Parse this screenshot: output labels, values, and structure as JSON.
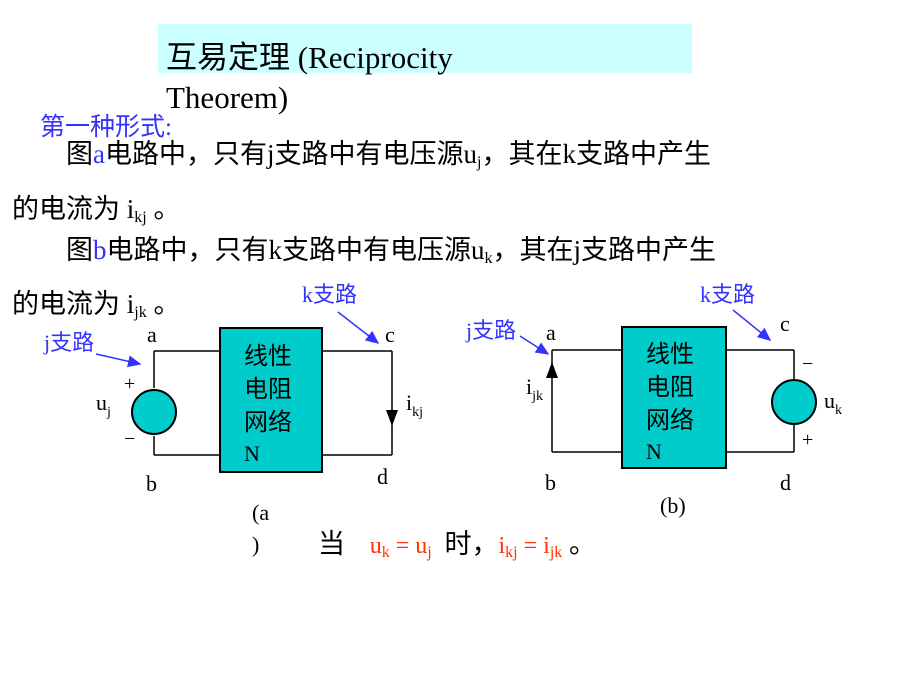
{
  "title": "互易定理 (Reciprocity Theorem)",
  "subtitle": "第一种形式:",
  "para1": {
    "line1_prefix": "图",
    "line1_fig": "a",
    "line1_main": "电路中，只有j支路中有电压源u",
    "line1_sub": "j",
    "line1_suffix": "，其在k支路中产生",
    "line2_main": "的电流为 i",
    "line2_sub": "kj",
    "line2_suffix": " 。"
  },
  "para2": {
    "line1_prefix": "图",
    "line1_fig": "b",
    "line1_main": "电路中，只有k支路中有电压源u",
    "line1_sub": "k",
    "line1_suffix": "，其在j支路中产生",
    "line2_main": "的电流为 i",
    "line2_sub": "jk",
    "line2_suffix": " 。"
  },
  "circuit_a": {
    "network_lines": [
      "线性",
      "电阻",
      "网络",
      "N"
    ],
    "k_branch": "k支路",
    "j_branch": "j支路",
    "node_a": "a",
    "node_b": "b",
    "node_c": "c",
    "node_d": "d",
    "source": "u",
    "source_sub": "j",
    "plus": "+",
    "minus": "−",
    "current": "i",
    "current_sub": "kj",
    "caption_line1": "(a",
    "caption_line2": ")"
  },
  "circuit_b": {
    "network_lines": [
      "线性",
      "电阻",
      "网络",
      "N"
    ],
    "k_branch": "k支路",
    "j_branch": "j支路",
    "node_a": "a",
    "node_b": "b",
    "node_c": "c",
    "node_d": "d",
    "source": "u",
    "source_sub": "k",
    "plus": "+",
    "minus": "−",
    "current": "i",
    "current_sub": "jk",
    "caption": "(b)"
  },
  "conclusion": {
    "when": "当",
    "cond_u1": "u",
    "cond_u1_sub": "k",
    "cond_eq": " = ",
    "cond_u2": "u",
    "cond_u2_sub": "j",
    "time": "时，",
    "res_i1": "i",
    "res_i1_sub": "kj",
    "res_eq": " = ",
    "res_i2": "i",
    "res_i2_sub": "jk",
    "end": " 。"
  },
  "colors": {
    "title_bg": "#ccffff",
    "network_fill": "#00cccc",
    "source_fill": "#00cccc",
    "branch_label": "#3333ff",
    "condition": "#ff3300"
  }
}
